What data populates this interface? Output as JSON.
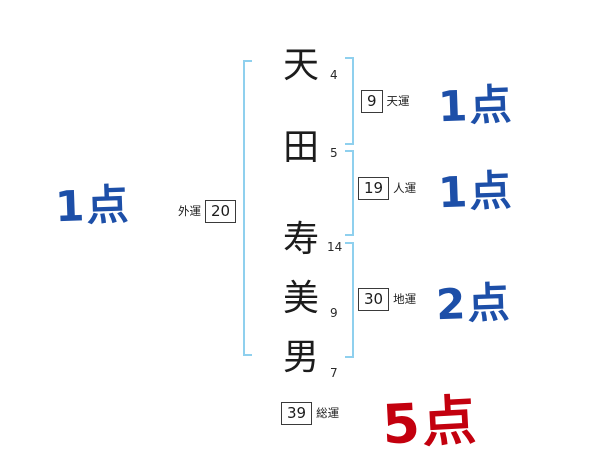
{
  "diagram": {
    "name_characters": [
      {
        "char": "天",
        "strokes": "4"
      },
      {
        "char": "田",
        "strokes": "5"
      },
      {
        "char": "寿",
        "strokes": "14"
      },
      {
        "char": "美",
        "strokes": "9"
      },
      {
        "char": "男",
        "strokes": "7"
      }
    ],
    "fortunes": {
      "outer": {
        "label": "外運",
        "value": "20",
        "score": "1点"
      },
      "heaven": {
        "label": "天運",
        "value": "9",
        "score": "1点"
      },
      "person": {
        "label": "人運",
        "value": "19",
        "score": "1点"
      },
      "earth": {
        "label": "地運",
        "value": "30",
        "score": "2点"
      },
      "total": {
        "label": "総運",
        "value": "39",
        "score": "5点"
      }
    },
    "colors": {
      "bracket": "#8fd0ee",
      "score_blue": "#1d4fa8",
      "score_red": "#c3000e",
      "box_border": "#3a3a3a"
    }
  }
}
